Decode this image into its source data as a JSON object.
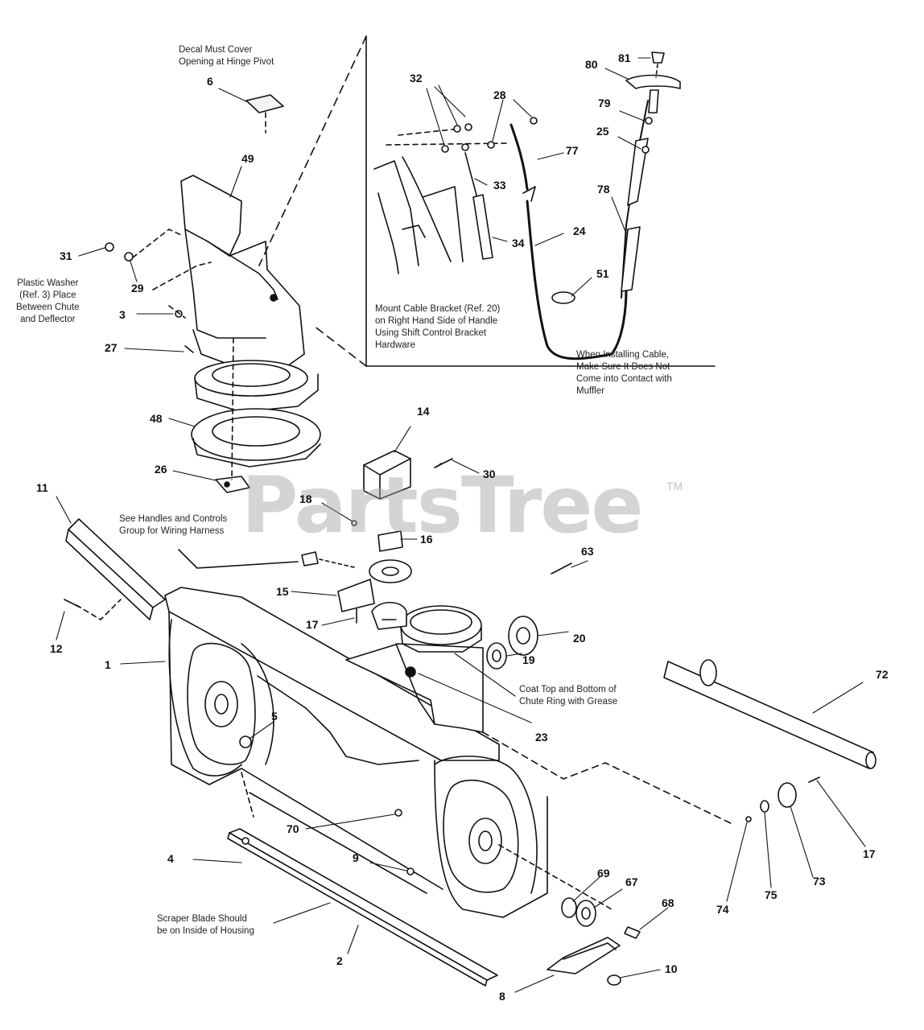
{
  "diagram": {
    "callouts": {
      "c1": "1",
      "c2": "2",
      "c3": "3",
      "c4": "4",
      "c5": "5",
      "c6": "6",
      "c8": "8",
      "c9": "9",
      "c10": "10",
      "c11": "11",
      "c12": "12",
      "c14": "14",
      "c15": "15",
      "c16": "16",
      "c17a": "17",
      "c17b": "17",
      "c18": "18",
      "c19": "19",
      "c20": "20",
      "c23": "23",
      "c24": "24",
      "c25": "25",
      "c26": "26",
      "c27": "27",
      "c28": "28",
      "c29": "29",
      "c30": "30",
      "c31": "31",
      "c32": "32",
      "c33": "33",
      "c34": "34",
      "c48": "48",
      "c49": "49",
      "c51": "51",
      "c63": "63",
      "c67": "67",
      "c68": "68",
      "c69": "69",
      "c70": "70",
      "c72": "72",
      "c73": "73",
      "c74": "74",
      "c75": "75",
      "c77": "77",
      "c78": "78",
      "c79": "79",
      "c80": "80",
      "c81": "81"
    },
    "notes": {
      "decal": "Decal Must Cover\nOpening at Hinge Pivot",
      "plastic_washer": "Plastic Washer\n(Ref. 3) Place\nBetween Chute\nand Deflector",
      "mount_cable": "Mount Cable Bracket (Ref. 20)\non Right Hand Side of Handle\nUsing Shift Control Bracket\nHardware",
      "installing_cable": "When Installing Cable,\nMake Sure It Does Not\nCome into Contact with\nMuffler",
      "wiring": "See Handles and Controls\nGroup for Wiring Harness",
      "chute_ring": "Coat Top and Bottom of\nChute Ring with Grease",
      "scraper": "Scraper Blade Should\nbe on Inside of Housing"
    },
    "watermark": "PartsTree",
    "trademark": "TM"
  }
}
